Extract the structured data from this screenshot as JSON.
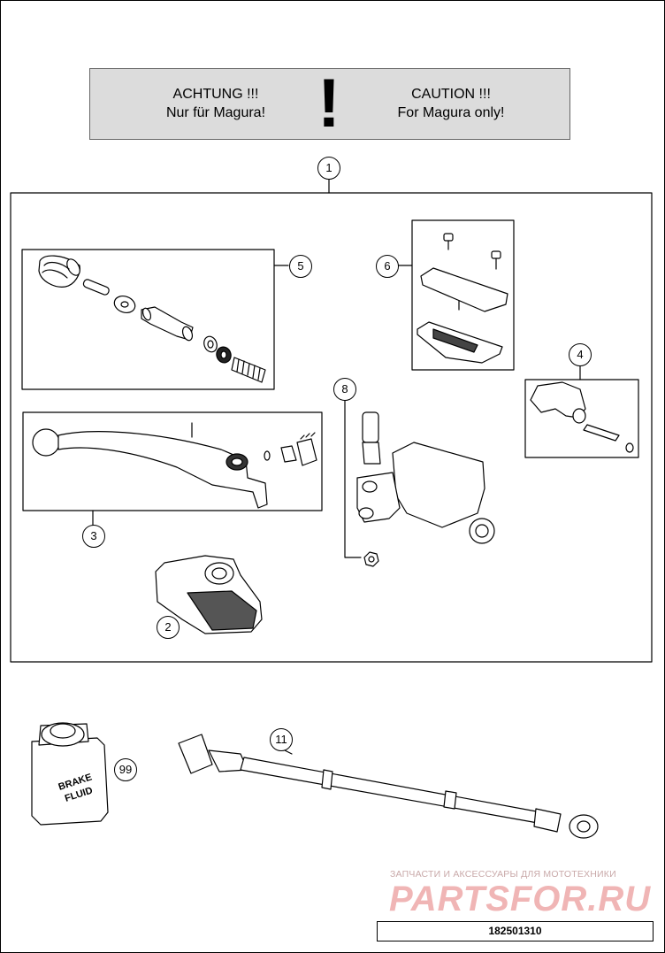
{
  "warning": {
    "left_line1": "ACHTUNG !!!",
    "left_line2": "Nur für Magura!",
    "symbol": "!",
    "right_line1": "CAUTION !!!",
    "right_line2": "For Magura only!"
  },
  "callouts": {
    "c1": "1",
    "c2": "2",
    "c3": "3",
    "c4": "4",
    "c5": "5",
    "c6": "6",
    "c8": "8",
    "c11": "11",
    "c99": "99"
  },
  "brake_fluid_label": {
    "line1": "BRAKE",
    "line2": "FLUID"
  },
  "watermark": {
    "tagline": "ЗАПЧАСТИ И АКСЕССУАРЫ ДЛЯ МОТОТЕХНИКИ",
    "logo": "PARTSFOR.RU"
  },
  "drawing_number": "182501310"
}
